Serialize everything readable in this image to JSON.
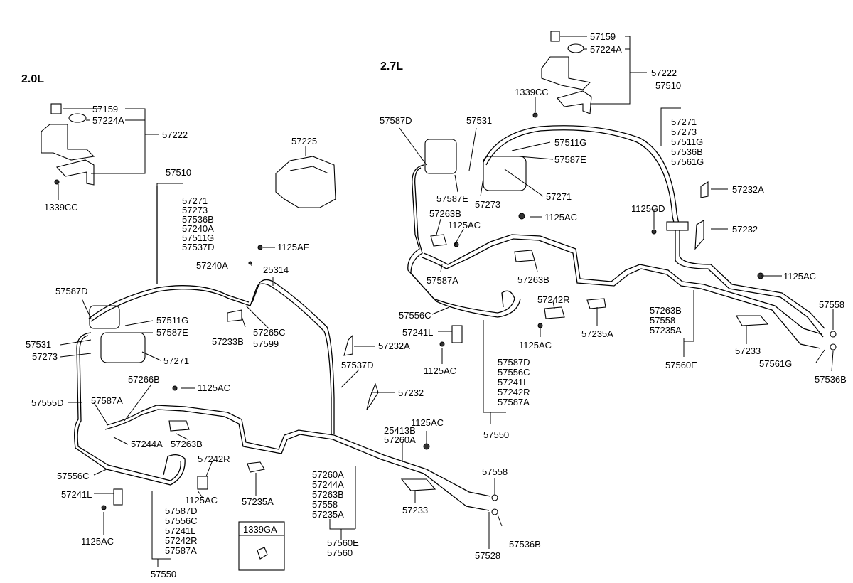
{
  "sections": {
    "left": {
      "title": "2.0L"
    },
    "right": {
      "title": "2.7L"
    }
  },
  "callout_box": {
    "code": "1339GA"
  },
  "left_labels": {
    "c57159": "57159",
    "c57224A": "57224A",
    "c57222": "57222",
    "c1339CC": "1339CC",
    "c57225": "57225",
    "c57510": "57510",
    "group_57510": [
      "57271",
      "57273",
      "57536B",
      "57240A",
      "57511G",
      "57537D"
    ],
    "c1125AF": "1125AF",
    "c57240A": "57240A",
    "c25314": "25314",
    "c57587D": "57587D",
    "c57511G": "57511G",
    "c57587E": "57587E",
    "c57531": "57531",
    "c57273": "57273",
    "c57271": "57271",
    "c57233B": "57233B",
    "c57265C": "57265C",
    "c57599": "57599",
    "c57232A": "57232A",
    "c57537D": "57537D",
    "c57266B": "57266B",
    "c1125AC_a": "1125AC",
    "c57555D": "57555D",
    "c57587A": "57587A",
    "c57244A": "57244A",
    "c57263B": "57263B",
    "c57232": "57232",
    "c25413B": "25413B",
    "c57260A": "57260A",
    "c1125AC_b": "1125AC",
    "c57242R": "57242R",
    "c57556C": "57556C",
    "c1125AC_c": "1125AC",
    "c57241L": "57241L",
    "c57235A": "57235A",
    "c1125AC_d": "1125AC",
    "group_57550": [
      "57587D",
      "57556C",
      "57241L",
      "57242R",
      "57587A"
    ],
    "c57550": "57550",
    "group_57560": [
      "57260A",
      "57244A",
      "57263B",
      "57558",
      "57235A"
    ],
    "c57560E": "57560E",
    "c57560": "57560",
    "c57233": "57233",
    "c57558": "57558",
    "c57536B": "57536B",
    "c57528": "57528"
  },
  "right_labels": {
    "c57159": "57159",
    "c57224A": "57224A",
    "c57222": "57222",
    "c1339CC": "1339CC",
    "c57510": "57510",
    "group_57510": [
      "57271",
      "57273",
      "57511G",
      "57536B",
      "57561G"
    ],
    "c57587D": "57587D",
    "c57531": "57531",
    "c57511G": "57511G",
    "c57587E_a": "57587E",
    "c57587E_b": "57587E",
    "c57273": "57273",
    "c57271": "57271",
    "c57232A": "57232A",
    "c1125GD": "1125GD",
    "c57232": "57232",
    "c57263B_a": "57263B",
    "c1125AC_a": "1125AC",
    "c1125AC_b": "1125AC",
    "c57587A": "57587A",
    "c57263B_b": "57263B",
    "c1125AC_c": "1125AC",
    "c57242R": "57242R",
    "c57556C": "57556C",
    "c57241L": "57241L",
    "c1125AC_d": "1125AC",
    "c57235A": "57235A",
    "c1125AC_e": "1125AC",
    "group_57560E": [
      "57263B",
      "57558",
      "57235A"
    ],
    "c57560E": "57560E",
    "group_57550": [
      "57587D",
      "57556C",
      "57241L",
      "57242R",
      "57587A"
    ],
    "c57550": "57550",
    "c57233": "57233",
    "c57558": "57558",
    "c57561G": "57561G",
    "c57536B": "57536B"
  }
}
